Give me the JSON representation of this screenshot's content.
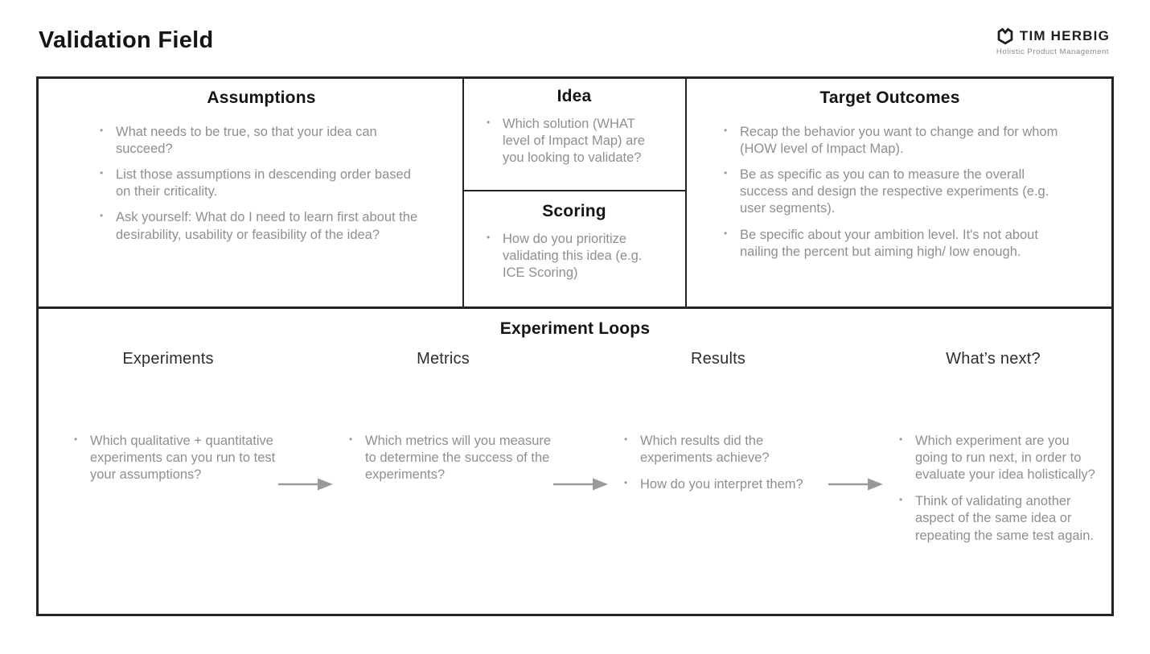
{
  "page": {
    "title": "Validation Field"
  },
  "logo": {
    "brand": "TIM HERBIG",
    "tagline": "Holistic Product Management"
  },
  "canvas": {
    "assumptions": {
      "title": "Assumptions",
      "bullets": [
        "What needs to be true, so that your idea can succeed?",
        "List those assumptions in descending order based on their criticality.",
        "Ask yourself: What do I need to learn first about the desirability, usability or feasibility of the idea?"
      ]
    },
    "idea": {
      "title": "Idea",
      "bullets": [
        "Which solution (WHAT level of Impact Map) are you looking to validate?"
      ]
    },
    "scoring": {
      "title": "Scoring",
      "bullets": [
        "How do you prioritize validating this idea (e.g. ICE Scoring)"
      ]
    },
    "target_outcomes": {
      "title": "Target Outcomes",
      "bullets": [
        "Recap the behavior you want to change and for whom (HOW level of Impact Map).",
        "Be as specific as you can to measure the overall success and design the respective experiments (e.g. user segments).",
        "Be specific about your ambition level. It's not about nailing the percent but aiming high/ low enough."
      ]
    },
    "experiment_loops": {
      "title": "Experiment Loops",
      "columns": [
        {
          "label": "Experiments",
          "bullets": [
            "Which qualitative + quantitative experiments can you run to test your assumptions?"
          ]
        },
        {
          "label": "Metrics",
          "bullets": [
            "Which metrics will you measure to determine the success of the experiments?"
          ]
        },
        {
          "label": "Results",
          "bullets": [
            "Which results did the experiments achieve?",
            "How do you interpret them?"
          ]
        },
        {
          "label": "What’s next?",
          "bullets": [
            "Which experiment are you going to run next, in order to evaluate your idea holistically?",
            "Think of validating another aspect of the same idea or repeating the same test again."
          ]
        }
      ]
    }
  },
  "colors": {
    "border": "#232323",
    "heading": "#141414",
    "body_text": "#8f8f8f",
    "arrow": "#9a9a9a"
  }
}
